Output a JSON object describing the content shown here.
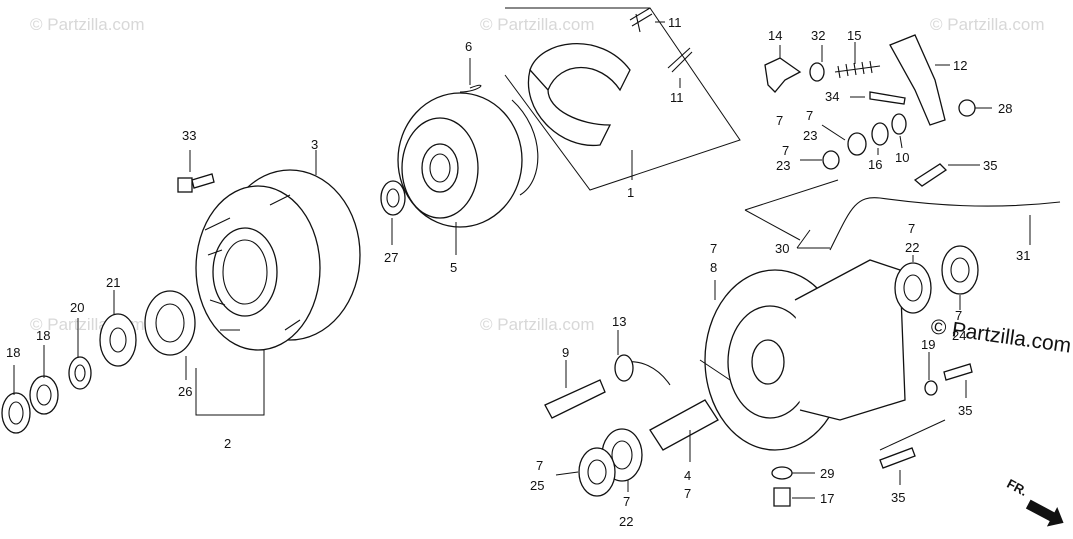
{
  "watermarks": [
    {
      "text": "© Partzilla.com",
      "style": "faint"
    },
    {
      "text": "© Partzilla.com",
      "style": "faint"
    },
    {
      "text": "© Partzilla.com",
      "style": "faint"
    },
    {
      "text": "© Partzilla.com",
      "style": "faint"
    },
    {
      "text": "© Partzilla.com",
      "style": "faint"
    },
    {
      "text": "© Partzilla.com",
      "style": "bold"
    }
  ],
  "direction_label": "FR.",
  "callouts": [
    "1",
    "2",
    "3",
    "4",
    "5",
    "6",
    "7",
    "8",
    "9",
    "10",
    "11",
    "11",
    "12",
    "13",
    "14",
    "15",
    "16",
    "17",
    "18",
    "18",
    "19",
    "20",
    "21",
    "22",
    "22",
    "23",
    "23",
    "24",
    "25",
    "26",
    "27",
    "28",
    "29",
    "30",
    "31",
    "32",
    "33",
    "34",
    "35",
    "35",
    "35",
    "7",
    "7",
    "7",
    "7",
    "7",
    "7",
    "7",
    "7"
  ],
  "colors": {
    "line": "#111111",
    "watermark": "#d8d8d8",
    "background": "#ffffff"
  }
}
